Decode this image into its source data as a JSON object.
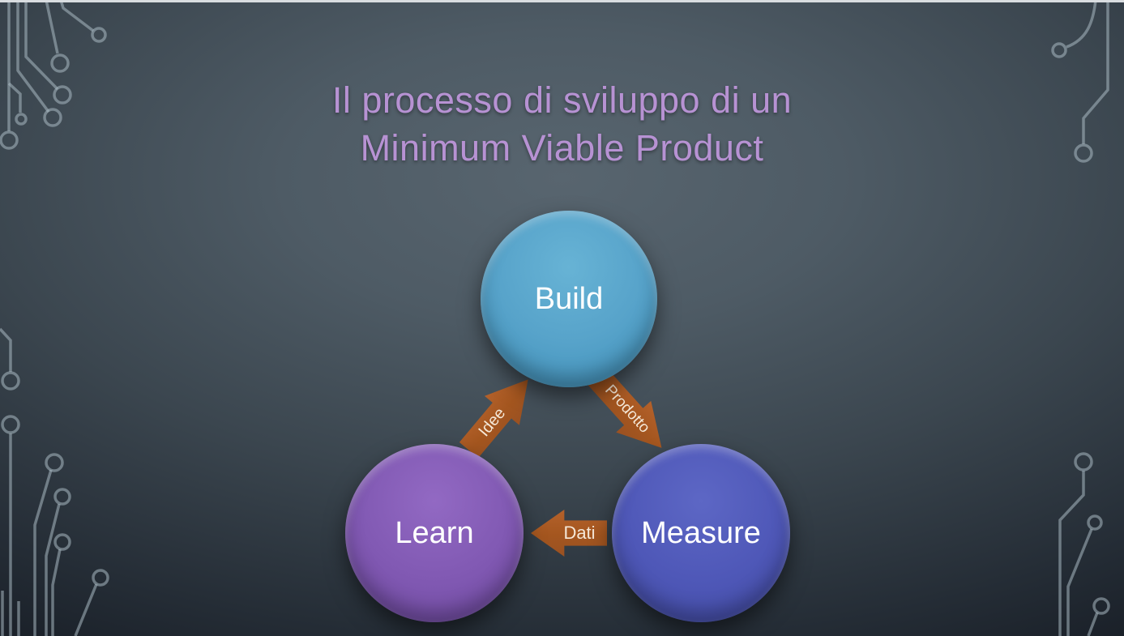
{
  "slide": {
    "title": {
      "line1": "Il processo di sviluppo di un",
      "line2": "Minimum Viable Product",
      "color": "#b792d3"
    },
    "diagram": {
      "type": "cycle",
      "nodes": [
        {
          "id": "build",
          "label": "Build",
          "color": "#56a2c9",
          "position": "top"
        },
        {
          "id": "measure",
          "label": "Measure",
          "color": "#4f58b8",
          "position": "bottom-right"
        },
        {
          "id": "learn",
          "label": "Learn",
          "color": "#8159b3",
          "position": "bottom-left"
        }
      ],
      "arrows": [
        {
          "id": "prodotto",
          "label": "Prodotto",
          "from": "build",
          "to": "measure",
          "direction": "down-right"
        },
        {
          "id": "dati",
          "label": "Dati",
          "from": "measure",
          "to": "learn",
          "direction": "left"
        },
        {
          "id": "idee",
          "label": "Idee",
          "from": "learn",
          "to": "build",
          "direction": "up-right"
        }
      ],
      "arrow_color": "#a95a27",
      "node_text_color": "#ffffff",
      "arrow_text_color": "#f5e8d8"
    },
    "background": {
      "theme": "dark slate with circuit-board decoration",
      "top_accent_line_color": "#d9dde0",
      "circuit_line_color": "#a9bac2"
    }
  }
}
